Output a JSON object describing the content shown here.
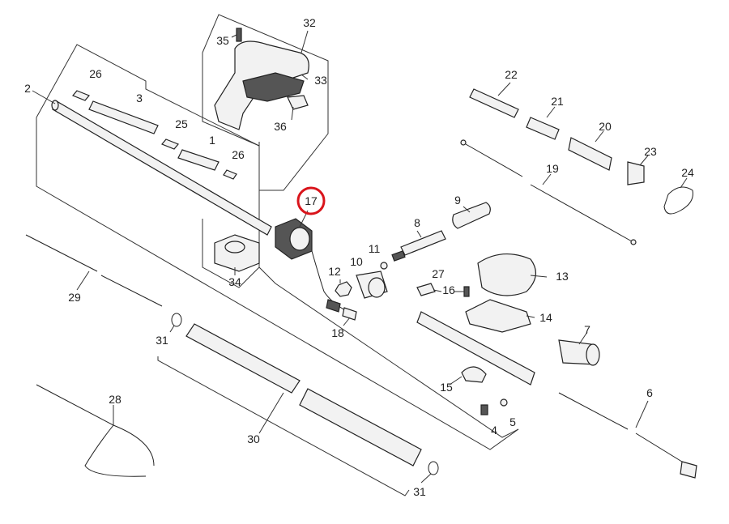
{
  "highlight": {
    "part": "17",
    "color": "#d9141b"
  },
  "parts": [
    "1",
    "2",
    "3",
    "4",
    "5",
    "6",
    "7",
    "8",
    "9",
    "10",
    "11",
    "12",
    "13",
    "14",
    "15",
    "16",
    "17",
    "18",
    "19",
    "20",
    "21",
    "22",
    "23",
    "24",
    "25",
    "26",
    "27",
    "28",
    "29",
    "30",
    "31",
    "32",
    "33",
    "34",
    "35",
    "36"
  ],
  "callouts": {
    "p1": "1",
    "p2": "2",
    "p3": "3",
    "p4": "4",
    "p5": "5",
    "p6": "6",
    "p7": "7",
    "p8": "8",
    "p9": "9",
    "p10": "10",
    "p11": "11",
    "p12": "12",
    "p13": "13",
    "p14": "14",
    "p15": "15",
    "p16": "16",
    "p17": "17",
    "p18": "18",
    "p19": "19",
    "p20": "20",
    "p21": "21",
    "p22": "22",
    "p23": "23",
    "p24": "24",
    "p25": "25",
    "p26a": "26",
    "p26b": "26",
    "p27": "27",
    "p28": "28",
    "p29": "29",
    "p30": "30",
    "p31a": "31",
    "p31b": "31",
    "p32": "32",
    "p33": "33",
    "p34": "34",
    "p35": "35",
    "p36": "36"
  }
}
